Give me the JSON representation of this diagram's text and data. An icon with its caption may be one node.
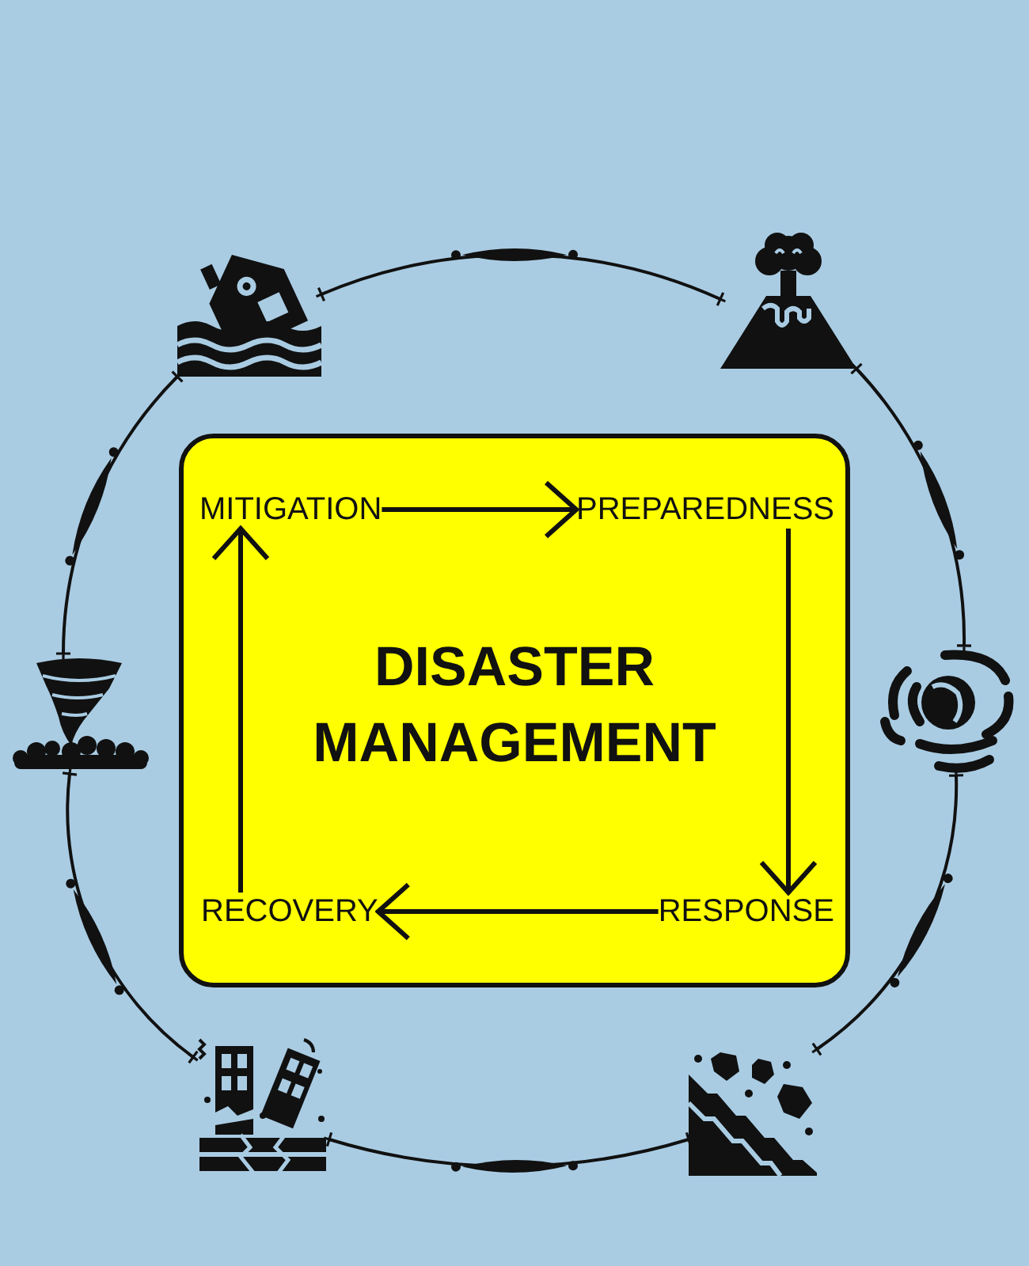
{
  "diagram": {
    "nodes": [
      {
        "text": [
          "DISASTER MANAGEMENT"
        ]
      },
      {
        "text": [
          "MITIGATION"
        ],
        "in": 0
      },
      {
        "text": [
          "PREPAREDNESS"
        ],
        "in": 0
      },
      {
        "text": [
          "RESPONSE"
        ],
        "in": 0
      },
      {
        "text": [
          "RECOVERY"
        ],
        "in": 0
      },
      {
        "text": [],
        "shape": "picture"
      },
      {
        "text": [],
        "shape": "picture"
      },
      {
        "text": [],
        "shape": "picture"
      },
      {
        "text": [],
        "shape": "picture"
      },
      {
        "text": [],
        "shape": "picture"
      },
      {
        "text": [],
        "shape": "picture"
      }
    ],
    "edges": [
      {
        "from": 1,
        "to": 2,
        "arrow": "to"
      },
      {
        "from": 2,
        "to": 3,
        "arrow": "to"
      },
      {
        "from": 3,
        "to": 4,
        "arrow": "to"
      },
      {
        "from": 4,
        "to": 1,
        "arrow": "to"
      },
      {
        "from": 5,
        "to": 6,
        "arrow": "other"
      },
      {
        "from": 6,
        "to": 7,
        "arrow": "other"
      },
      {
        "from": 7,
        "to": 8,
        "arrow": "other"
      },
      {
        "from": 8,
        "to": 9,
        "arrow": "other"
      },
      {
        "from": 9,
        "to": 10,
        "arrow": "other"
      },
      {
        "from": 10,
        "to": 5,
        "arrow": "other"
      }
    ]
  }
}
